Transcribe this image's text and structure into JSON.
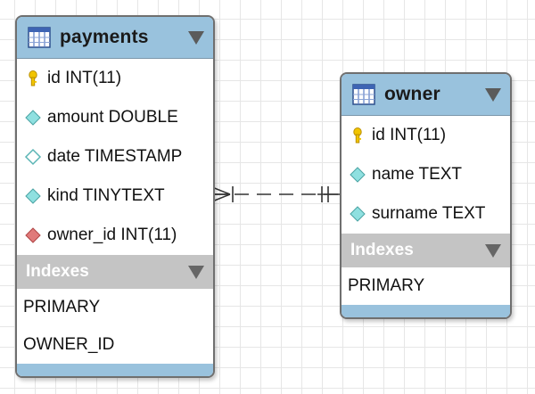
{
  "tables": {
    "payments": {
      "name": "payments",
      "columns": [
        {
          "name": "id INT(11)",
          "icon": "primary-key-icon"
        },
        {
          "name": "amount DOUBLE",
          "icon": "column-icon"
        },
        {
          "name": "date TIMESTAMP",
          "icon": "nullable-column-icon"
        },
        {
          "name": "kind TINYTEXT",
          "icon": "column-icon"
        },
        {
          "name": "owner_id INT(11)",
          "icon": "foreign-key-icon"
        }
      ],
      "indexes_label": "Indexes",
      "indexes": [
        "PRIMARY",
        "OWNER_ID"
      ]
    },
    "owner": {
      "name": "owner",
      "columns": [
        {
          "name": "id INT(11)",
          "icon": "primary-key-icon"
        },
        {
          "name": "name TEXT",
          "icon": "column-icon"
        },
        {
          "name": "surname TEXT",
          "icon": "column-icon"
        }
      ],
      "indexes_label": "Indexes",
      "indexes": [
        "PRIMARY"
      ]
    }
  },
  "colors": {
    "header": "#99c2dd",
    "indexes_header": "#c4c4c4",
    "key": "#f2c500",
    "column_diamond": "#8fe0e0",
    "foreign_key_diamond": "#e07a7a"
  },
  "relationship": {
    "from": "payments",
    "to": "owner",
    "from_end": "many",
    "to_end": "one-and-only-one",
    "style": "dashed"
  }
}
